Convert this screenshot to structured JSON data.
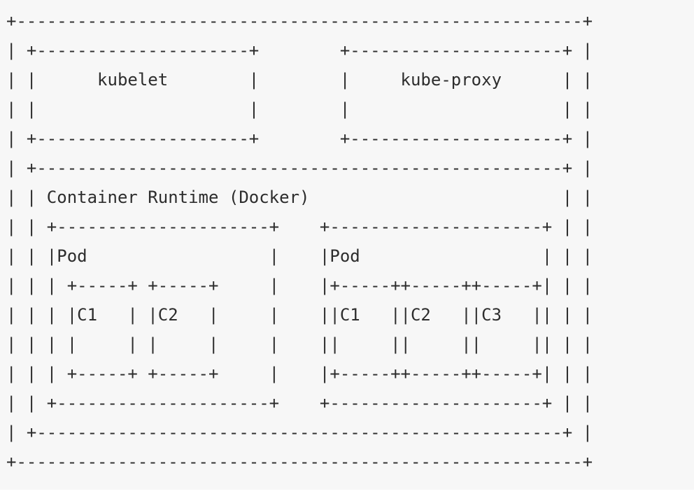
{
  "page": {
    "background": "#ffffff"
  },
  "code_block": {
    "background": "#f7f7f7",
    "text_color": "#2d2d2d"
  },
  "diagram": {
    "type": "ascii-architecture",
    "labels": [
      "kubelet",
      "kube-proxy",
      "Container Runtime (Docker)",
      "Pod",
      "Pod",
      "C1",
      "C2",
      "C1",
      "C2",
      "C3"
    ],
    "lines": [
      "+--------------------------------------------------------+",
      "| +---------------------+        +---------------------+ |",
      "| |      kubelet        |        |     kube-proxy      | |",
      "| |                     |        |                     | |",
      "| +---------------------+        +---------------------+ |",
      "| +----------------------------------------------------+ |",
      "| | Container Runtime (Docker)                         | |",
      "| | +---------------------+    +---------------------+ | |",
      "| | |Pod                  |    |Pod                  | | |",
      "| | | +-----+ +-----+     |    |+-----++-----++-----+| | |",
      "| | | |C1   | |C2   |     |    ||C1   ||C2   ||C3   || | |",
      "| | | |     | |     |     |    ||     ||     ||     || | |",
      "| | | +-----+ +-----+     |    |+-----++-----++-----+| | |",
      "| | +---------------------+    +---------------------+ | |",
      "| +----------------------------------------------------+ |",
      "+--------------------------------------------------------+"
    ]
  }
}
